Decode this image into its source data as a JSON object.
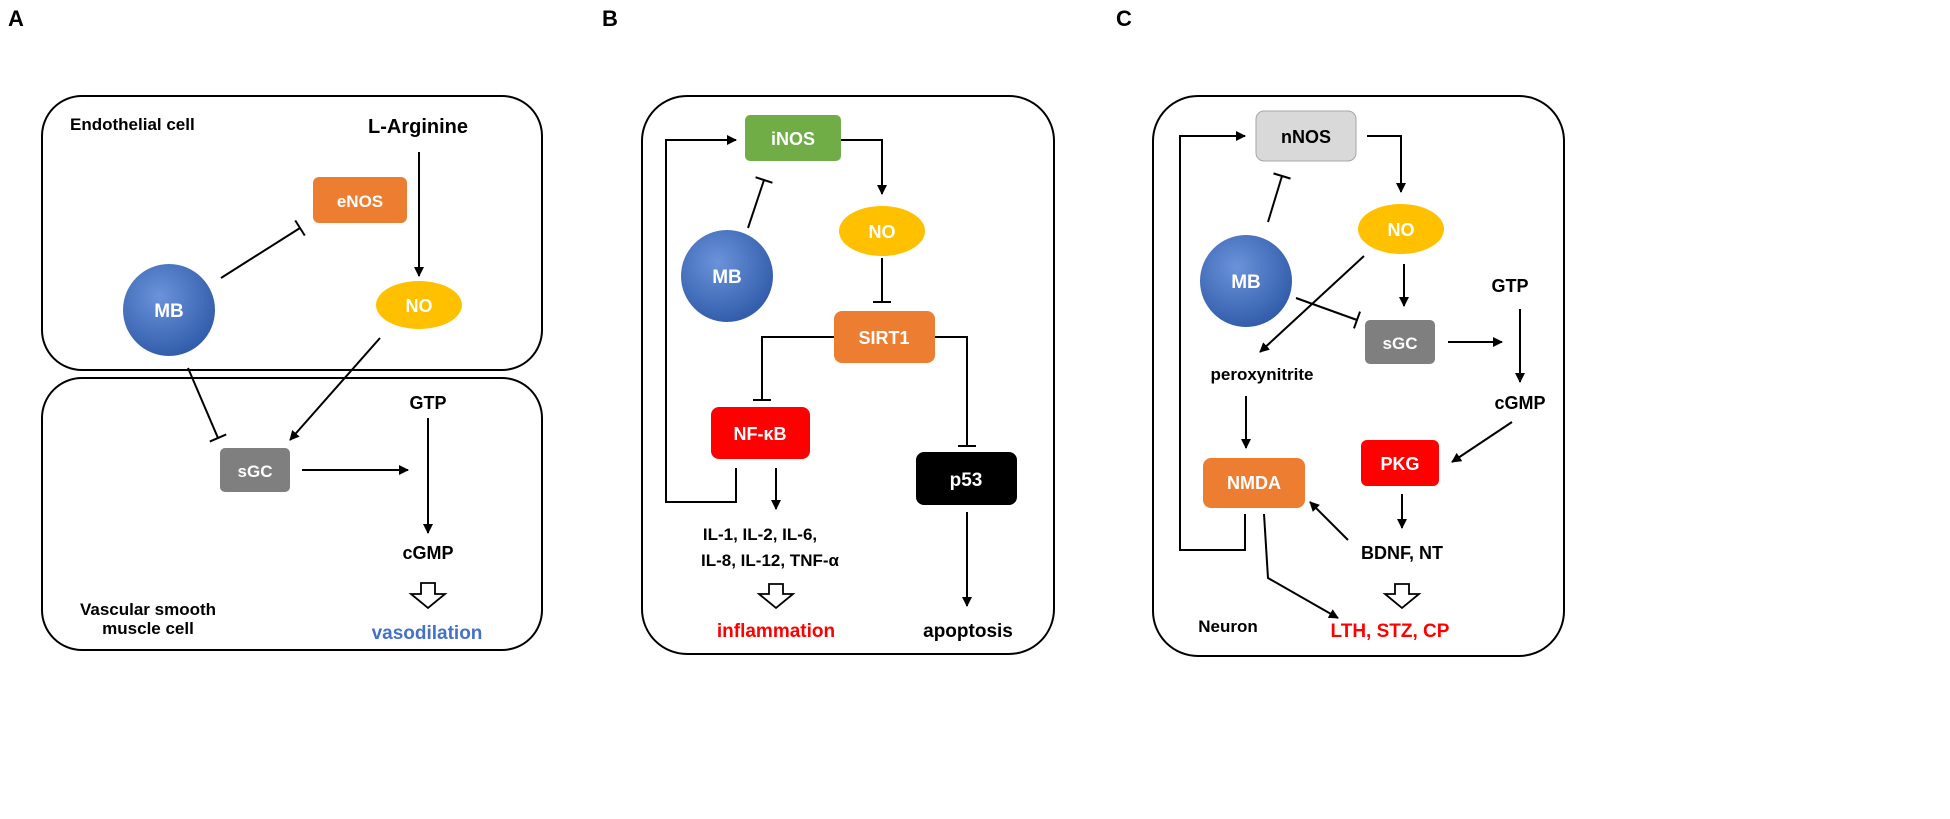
{
  "colors": {
    "ink": "#000000",
    "enos": "#ed7d31",
    "no": "#ffc000",
    "mb": "#4472c4",
    "sgc": "#7f7f7f",
    "inos": "#70ad47",
    "sirt1": "#ed7d31",
    "nfkb": "#ff0000",
    "p53": "#000000",
    "nnos": "#d9d9d9",
    "pkg": "#ff0000",
    "nmda": "#ed7d31",
    "vasodilation": "#4472c4",
    "red_text": "#ff0000"
  },
  "panel_a": {
    "letter": "A",
    "endothelial_label": "Endothelial cell",
    "l_arginine": "L-Arginine",
    "enos": "eNOS",
    "mb": "MB",
    "no": "NO",
    "gtp": "GTP",
    "sgc": "sGC",
    "cgmp": "cGMP",
    "vsm_label_line1": "Vascular smooth",
    "vsm_label_line2": "muscle cell",
    "vasodilation": "vasodilation"
  },
  "panel_b": {
    "letter": "B",
    "inos": "iNOS",
    "no": "NO",
    "mb": "MB",
    "sirt1": "SIRT1",
    "nfkb": "NF-κB",
    "p53": "p53",
    "cytokines_line1": "IL-1, IL-2, IL-6,",
    "cytokines_line2": "IL-8, IL-12, TNF-α",
    "inflammation": "inflammation",
    "apoptosis": "apoptosis"
  },
  "panel_c": {
    "letter": "C",
    "nnos": "nNOS",
    "no": "NO",
    "mb": "MB",
    "gtp": "GTP",
    "sgc": "sGC",
    "peroxynitrite": "peroxynitrite",
    "cgmp": "cGMP",
    "pkg": "PKG",
    "nmda": "NMDA",
    "bdnf": "BDNF, NT",
    "neuron": "Neuron",
    "outcomes": "LTH, STZ, CP"
  }
}
